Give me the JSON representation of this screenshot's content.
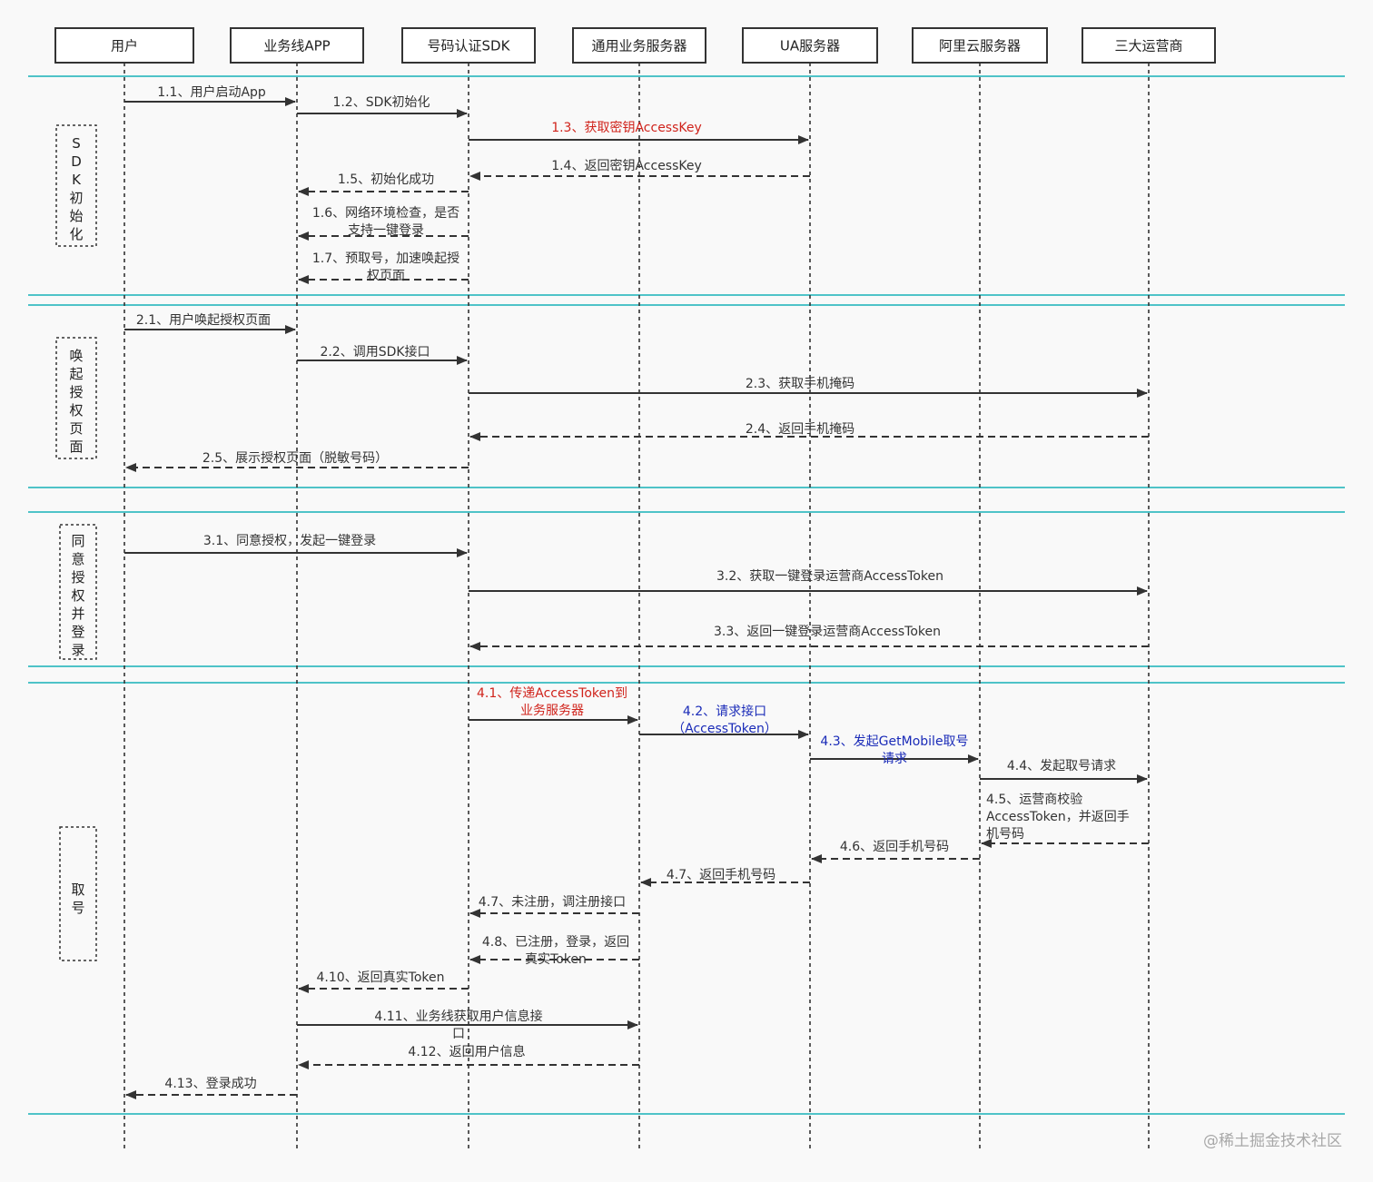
{
  "actors": [
    "用户",
    "业务线APP",
    "号码认证SDK",
    "通用业务服务器",
    "UA服务器",
    "阿里云服务器",
    "三大运营商"
  ],
  "phases": [
    {
      "label": "SDK初始化"
    },
    {
      "label": "唤起授权页面"
    },
    {
      "label": "同意授权并登录"
    },
    {
      "label": "取号"
    }
  ],
  "messages": [
    {
      "label": [
        "1.1、用户启动App"
      ],
      "from": 0,
      "to": 1,
      "dashed": false
    },
    {
      "label": [
        "1.2、SDK初始化"
      ],
      "from": 1,
      "to": 2,
      "dashed": false
    },
    {
      "label": [
        "1.3、获取密钥AccessKey"
      ],
      "from": 2,
      "to": 4,
      "dashed": false,
      "color": "red"
    },
    {
      "label": [
        "1.4、返回密钥AccessKey"
      ],
      "from": 4,
      "to": 2,
      "dashed": true
    },
    {
      "label": [
        "1.5、初始化成功"
      ],
      "from": 2,
      "to": 1,
      "dashed": true
    },
    {
      "label": [
        "1.6、网络环境检查，是否",
        "支持一键登录"
      ],
      "from": 2,
      "to": 1,
      "dashed": true
    },
    {
      "label": [
        "1.7、预取号，加速唤起授",
        "权页面"
      ],
      "from": 2,
      "to": 1,
      "dashed": true
    },
    {
      "label": [
        "2.1、用户唤起授权页面"
      ],
      "from": 0,
      "to": 1,
      "dashed": false
    },
    {
      "label": [
        "2.2、调用SDK接口"
      ],
      "from": 1,
      "to": 2,
      "dashed": false
    },
    {
      "label": [
        "2.3、获取手机掩码"
      ],
      "from": 2,
      "to": 6,
      "dashed": false
    },
    {
      "label": [
        "2.4、返回手机掩码"
      ],
      "from": 6,
      "to": 2,
      "dashed": true
    },
    {
      "label": [
        "2.5、展示授权页面（脱敏号码）"
      ],
      "from": 2,
      "to": 0,
      "dashed": true
    },
    {
      "label": [
        "3.1、同意授权，发起一键登录"
      ],
      "from": 0,
      "to": 2,
      "dashed": false
    },
    {
      "label": [
        "3.2、获取一键登录运营商AccessToken"
      ],
      "from": 2,
      "to": 6,
      "dashed": false
    },
    {
      "label": [
        "3.3、返回一键登录运营商AccessToken"
      ],
      "from": 6,
      "to": 2,
      "dashed": true
    },
    {
      "label": [
        "4.1、传递AccessToken到",
        "业务服务器"
      ],
      "from": 2,
      "to": 3,
      "dashed": false,
      "color": "red"
    },
    {
      "label": [
        "4.2、请求接口",
        "（AccessToken）"
      ],
      "from": 3,
      "to": 4,
      "dashed": false,
      "color": "blue"
    },
    {
      "label": [
        "4.3、发起GetMobile取号",
        "请求"
      ],
      "from": 4,
      "to": 5,
      "dashed": false,
      "color": "blue"
    },
    {
      "label": [
        "4.4、发起取号请求"
      ],
      "from": 5,
      "to": 6,
      "dashed": false
    },
    {
      "label": [
        "4.5、运营商校验",
        "AccessToken，并返回手",
        "机号码"
      ],
      "from": 6,
      "to": 5,
      "dashed": true
    },
    {
      "label": [
        "4.6、返回手机号码"
      ],
      "from": 5,
      "to": 4,
      "dashed": true
    },
    {
      "label": [
        "4.7、返回手机号码"
      ],
      "from": 4,
      "to": 3,
      "dashed": true
    },
    {
      "label": [
        "4.7、未注册，调注册接口"
      ],
      "from": 3,
      "to": 2,
      "dashed": true
    },
    {
      "label": [
        "4.8、已注册，登录，返回",
        "真实Token"
      ],
      "from": 3,
      "to": 2,
      "dashed": true
    },
    {
      "label": [
        "4.10、返回真实Token"
      ],
      "from": 2,
      "to": 1,
      "dashed": true
    },
    {
      "label": [
        "4.11、业务线获取用户信息接",
        "口"
      ],
      "from": 1,
      "to": 3,
      "dashed": false
    },
    {
      "label": [
        "4.12、返回用户信息"
      ],
      "from": 3,
      "to": 1,
      "dashed": true
    },
    {
      "label": [
        "4.13、登录成功"
      ],
      "from": 1,
      "to": 0,
      "dashed": true
    }
  ],
  "watermark": "@稀土掘金技术社区",
  "colors": {
    "separator": "#4fc3c8",
    "red": "#d0231b",
    "blue": "#1a2bb8",
    "line": "#333333"
  }
}
